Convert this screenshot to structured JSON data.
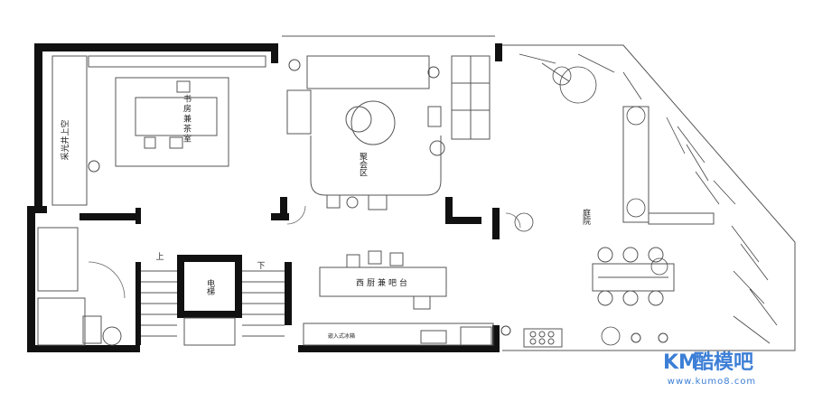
{
  "rooms": {
    "study": "书房兼茶室",
    "skylight": "采光井上空",
    "gathering": "聚会区",
    "courtyard": "庭院",
    "kitchen_bar": "西厨兼吧台",
    "elevator": "电梯",
    "small_label": "嵌入式冰箱"
  },
  "stairs": {
    "up": "上",
    "down": "下"
  },
  "watermark": {
    "brand_latin": "KM",
    "brand_cn": "酷模吧",
    "url": "www.kumo8.com"
  },
  "colors": {
    "wall": "#111111",
    "line": "#555555",
    "plant": "#444444",
    "watermark": "#3d7fd6"
  },
  "icons": [
    "plant-icon",
    "chair-icon",
    "toilet-icon",
    "sink-icon",
    "stove-icon"
  ]
}
